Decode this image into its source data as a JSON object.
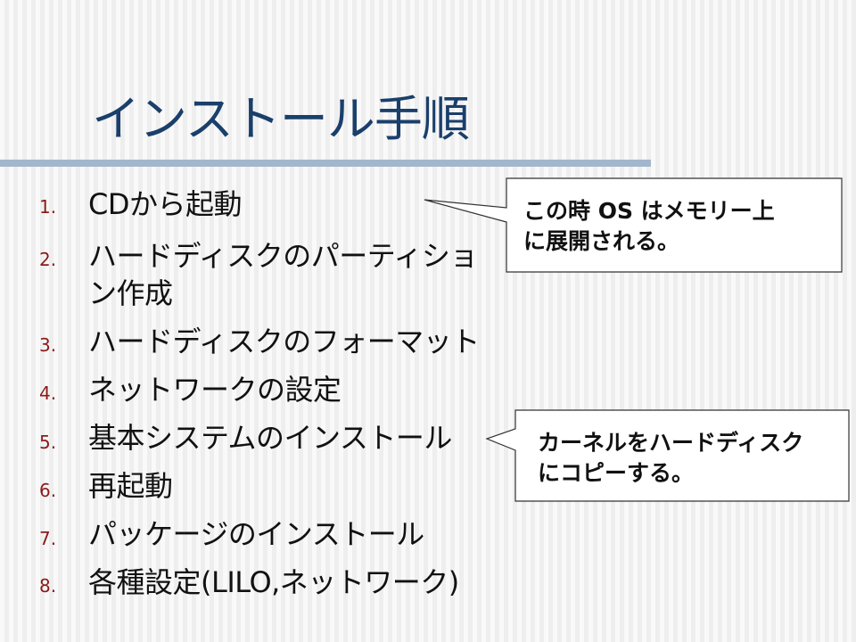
{
  "slide": {
    "title": "インストール手順",
    "steps": [
      {
        "num": "1.",
        "lines": [
          "CDから起動"
        ]
      },
      {
        "num": "2.",
        "lines": [
          "ハードディスクのパーティショ",
          "ン作成"
        ]
      },
      {
        "num": "3.",
        "lines": [
          "ハードディスクのフォーマット"
        ]
      },
      {
        "num": "4.",
        "lines": [
          "ネットワークの設定"
        ]
      },
      {
        "num": "5.",
        "lines": [
          "基本システムのインストール"
        ]
      },
      {
        "num": "6.",
        "lines": [
          "再起動"
        ]
      },
      {
        "num": "7.",
        "lines": [
          "パッケージのインストール"
        ]
      },
      {
        "num": "8.",
        "lines": [
          "各種設定(LILO,ネットワーク)"
        ]
      }
    ],
    "callouts": [
      {
        "lines": [
          "この時 OS はメモリー上",
          "に展開される。"
        ]
      },
      {
        "lines": [
          "カーネルをハードディスク",
          "にコピーする。"
        ]
      }
    ]
  },
  "colors": {
    "title": "#1a3f6b",
    "rule": "#a3b7cc",
    "number": "#8b1a1a",
    "text": "#111111"
  }
}
